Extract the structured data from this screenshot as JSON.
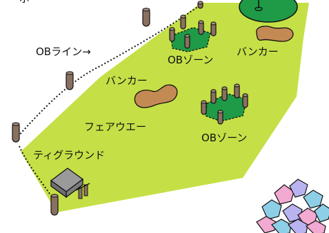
{
  "labels": {
    "top_partial": "ボー",
    "ob_line": "OBライン→",
    "ob_zone_top": "OBゾーン",
    "bunker_top": "バンカー",
    "bunker_mid": "バンカー",
    "fairway": "フェアウエー",
    "ob_zone_mid": "OBゾーン",
    "tee_ground": "ティグラウンド"
  },
  "colors": {
    "fairway": "#c4e046",
    "ob_zone": "#1f9a47",
    "bunker": "#c48a54",
    "post": "#8a7060",
    "outline": "#111111"
  }
}
